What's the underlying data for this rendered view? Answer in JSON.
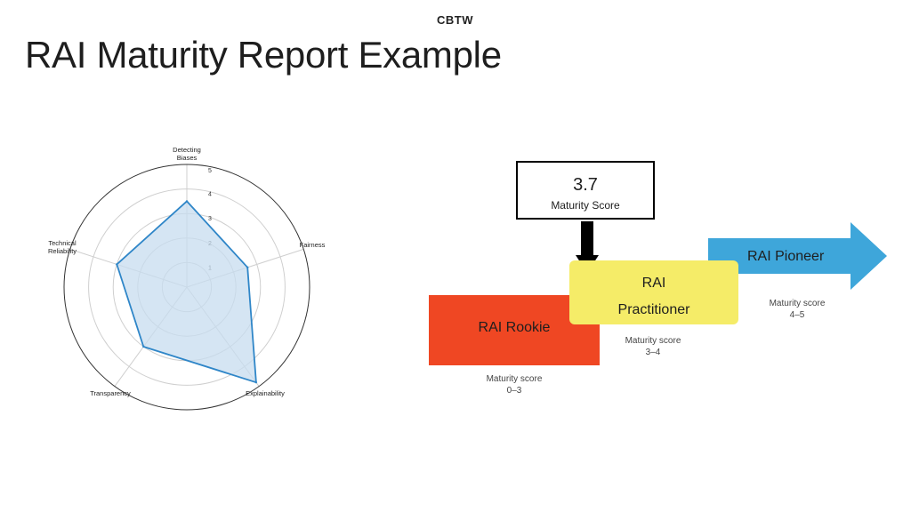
{
  "brand": "CBTW",
  "title": "RAI Maturity Report Example",
  "colors": {
    "rookie": "#ef4723",
    "practitioner": "#f5ec68",
    "pioneer": "#3ea6da",
    "radar_line": "#2f86c8",
    "radar_fill": "#c7dcef"
  },
  "chart_data": {
    "type": "radar",
    "axes": [
      "Detecting Biases",
      "Fairness",
      "Explainability",
      "Transparency",
      "Technical Reliability"
    ],
    "axis_label_lines": [
      [
        "Detecting",
        "Biases"
      ],
      [
        "Fairness"
      ],
      [
        "Explainability"
      ],
      [
        "Transparency"
      ],
      [
        "Technical",
        "Reliability"
      ]
    ],
    "values": [
      3.5,
      2.6,
      4.8,
      3.0,
      3.0
    ],
    "rmin": 0,
    "rmax": 5,
    "ticks": [
      1,
      2,
      3,
      4,
      5
    ],
    "grid": true
  },
  "score": {
    "value": "3.7",
    "label": "Maturity Score"
  },
  "stages": {
    "rookie": {
      "label": "RAI Rookie",
      "caption_line1": "Maturity score",
      "caption_line2": "0–3"
    },
    "practitioner": {
      "label_line1": "RAI",
      "label_line2": "Practitioner",
      "caption_line1": "Maturity score",
      "caption_line2": "3–4"
    },
    "pioneer": {
      "label": "RAI Pioneer",
      "caption_line1": "Maturity score",
      "caption_line2": "4–5"
    }
  }
}
